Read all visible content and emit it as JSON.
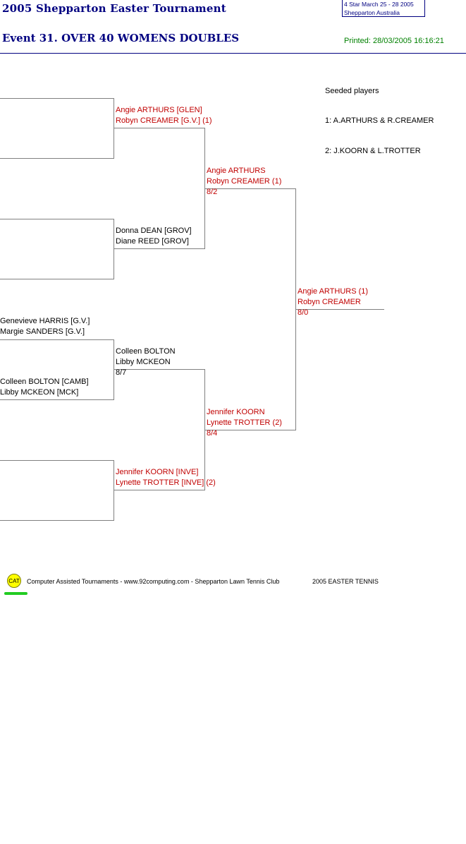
{
  "header": {
    "title": "2005 Shepparton Easter Tournament",
    "event": "Event 31. OVER 40 WOMENS DOUBLES",
    "info_line1": "4 Star   March 25 - 28 2005",
    "info_line2": "Shepparton    Australia",
    "printed": "Printed: 28/03/2005 16:16:21"
  },
  "seeds": {
    "heading": "Seeded players",
    "seed1": "1: A.ARTHURS & R.CREAMER",
    "seed2": "2: J.KOORN & L.TROTTER"
  },
  "round1": {
    "m3_p1": "Genevieve HARRIS [G.V.]",
    "m3_p2": "Margie SANDERS [G.V.]",
    "m4_p1": "Colleen BOLTON [CAMB]",
    "m4_p2": "Libby MCKEON [MCK]"
  },
  "round2": {
    "w1_p1": "Angie ARTHURS [GLEN]",
    "w1_p2": "Robyn CREAMER [G.V.] (1)",
    "w2_p1": "Donna DEAN [GROV]",
    "w2_p2": "Diane REED [GROV]",
    "w3_p1": "Colleen BOLTON",
    "w3_p2": "Libby MCKEON",
    "w3_score": "8/7",
    "w4_p1": "Jennifer KOORN [INVE]",
    "w4_p2": "Lynette TROTTER [INVE] (2)"
  },
  "semis": {
    "s1_p1": "Angie ARTHURS",
    "s1_p2": "Robyn CREAMER (1)",
    "s1_score": "8/2",
    "s2_p1": "Jennifer KOORN",
    "s2_p2": "Lynette TROTTER (2)",
    "s2_score": "8/4"
  },
  "final": {
    "p1": "Angie ARTHURS (1)",
    "p2": "Robyn CREAMER",
    "score": "8/0"
  },
  "footer": {
    "logo": "CAT",
    "text": "Computer Assisted Tournaments - www.92computing.com -  Shepparton Lawn Tennis Club",
    "event_name": "2005 EASTER TENNIS"
  },
  "colors": {
    "title": "#000080",
    "winner_red": "#c00000",
    "printed_green": "#008000",
    "bracket_line": "#808080"
  }
}
